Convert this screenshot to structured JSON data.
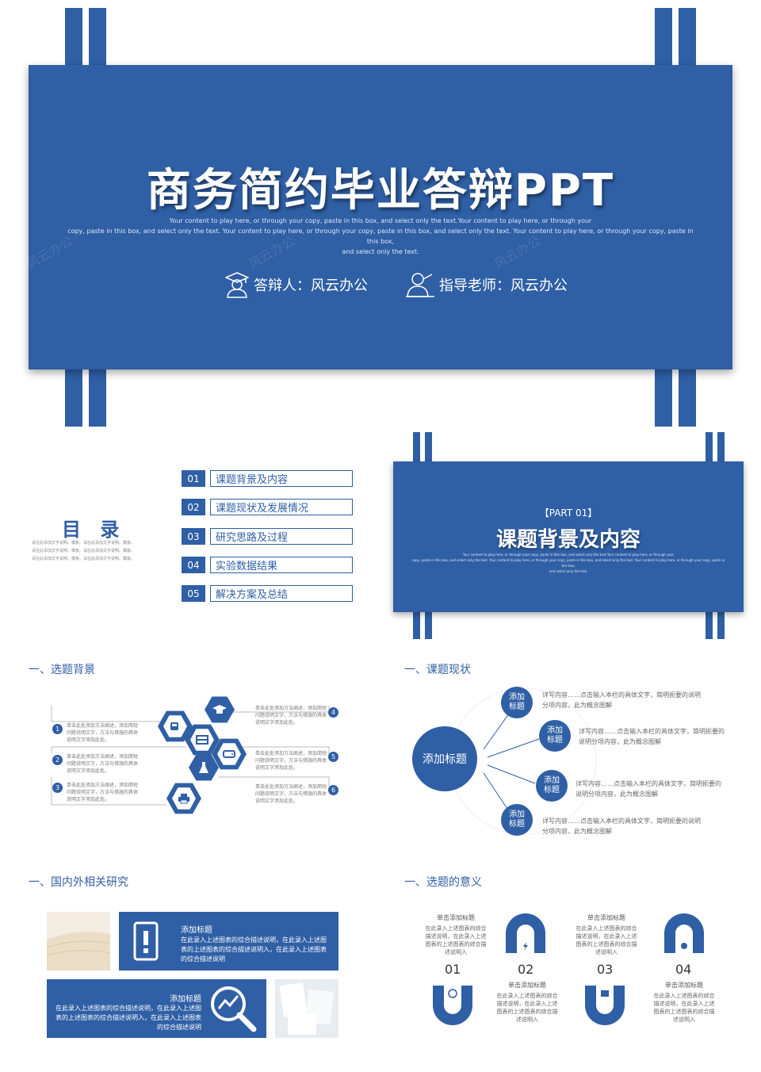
{
  "slide1": {
    "title": "商务简约毕业答辩PPT",
    "desc_line1": "Your content to play here, or through your copy, paste in this box, and select only the text.Your content to play here, or through your",
    "desc_line2": "copy, paste in this box, and select only the text. Your content to play here, or through your copy, paste in this box, and select only the text. Your content to play here, or through your copy, paste in this box,",
    "desc_line3": "and select only the text.",
    "presenter": "答辩人：风云办公",
    "advisor": "指导老师：风云办公",
    "watermark": "风云办公"
  },
  "toc": {
    "title": "目 录",
    "small_lines": [
      "请在此添加文字说明。模板。请在此添加文字说明。模板。",
      "请在此添加文字说明。模板。请在此添加文字说明。模板。",
      "请在此添加文字说明。模板。请在此添加文字说明。模板。"
    ],
    "items": [
      {
        "num": "01",
        "label": "课题背景及内容"
      },
      {
        "num": "02",
        "label": "课题现状及发展情况"
      },
      {
        "num": "03",
        "label": "研究思路及过程"
      },
      {
        "num": "04",
        "label": "实验数据结果"
      },
      {
        "num": "05",
        "label": "解决方案及总结"
      }
    ]
  },
  "part": {
    "label": "【PART 01】",
    "title": "课题背景及内容",
    "desc_line1": "Your content to play here, or through your copy, paste in this box, and select only the text.Your content to play here, or through your",
    "desc_line2": "copy, paste in this box, and select only the text. Your content to play here, or through your copy, paste in this box, and select only the text. Your content to play here, or through your copy, paste in this box,",
    "desc_line3": "and select only the text."
  },
  "s4": {
    "heading": "一、选题背景",
    "left": [
      {
        "num": "1",
        "text": "单击此处添加方法阐述，添加简短问题说明文字，方法与措施的具体说明文字添加此处。"
      },
      {
        "num": "2",
        "text": "单击此处添加方法阐述，添加简短问题说明文字，方法与措施的具体说明文字添加此处。"
      },
      {
        "num": "3",
        "text": "单击此处添加方法阐述，添加简短问题说明文字，方法与措施的具体说明文字添加此处。"
      }
    ],
    "right": [
      {
        "num": "4",
        "text": "单击此处添加方法阐述，添加简短问题说明文字，方法与措施的具体说明文字添加此处。"
      },
      {
        "num": "5",
        "text": "单击此处添加方法阐述，添加简短问题说明文字，方法与措施的具体说明文字添加此处。"
      },
      {
        "num": "6",
        "text": "单击此处添加方法阐述，添加简短问题说明文字，方法与措施的具体说明文字添加此处。"
      }
    ]
  },
  "s5": {
    "heading": "一、课题现状",
    "center": "添加标题",
    "nodes": [
      {
        "label": "添加标题",
        "text": "详写内容……点击输入本栏的具体文字，简明扼要的说明分项内容，此为概念图解"
      },
      {
        "label": "添加标题",
        "text": "详写内容……点击输入本栏的具体文字，简明扼要的说明分项内容，此为概念图解"
      },
      {
        "label": "添加标题",
        "text": "详写内容……点击输入本栏的具体文字，简明扼要的说明分项内容，此为概念图解"
      },
      {
        "label": "添加标题",
        "text": "详写内容……点击输入本栏的具体文字，简明扼要的说明分项内容，此为概念图解"
      }
    ]
  },
  "s6": {
    "heading": "一、国内外相关研究",
    "box1_title": "添加标题",
    "box1_text": "在此录入上述图表的综合描述说明，在此录入上述图表的上述图表的综合描述说明入，在此录入上述图表的综合描述说明",
    "box2_title": "添加标题",
    "box2_text": "在此录入上述图表的综合描述说明，在此录入上述图表的上述图表的综合描述说明入，在此录入上述图表的综合描述说明"
  },
  "s7": {
    "heading": "一、选题的意义",
    "items": [
      {
        "num": "01",
        "head": "单击添加标题",
        "text": "在此录入上述图表的综合描述说明，在此录入上述图表的上述图表的综合描述说明入"
      },
      {
        "num": "02",
        "head": "单击添加标题",
        "text": "在此录入上述图表的综合描述说明，在此录入上述图表的上述图表的综合描述说明入"
      },
      {
        "num": "03",
        "head": "单击添加标题",
        "text": "在此录入上述图表的综合描述说明，在此录入上述图表的上述图表的综合描述说明入"
      },
      {
        "num": "04",
        "head": "单击添加标题",
        "text": "在此录入上述图表的综合描述说明，在此录入上述图表的上述图表的综合描述说明入"
      }
    ]
  },
  "colors": {
    "accent": "#2f5fa5"
  },
  "icons": [
    "graduate-icon",
    "teacher-icon",
    "hexagon-icons",
    "lightning-icon",
    "gear-icon",
    "globe-icon",
    "book-icon",
    "phone-alert-icon",
    "magnifier-chart-icon"
  ]
}
